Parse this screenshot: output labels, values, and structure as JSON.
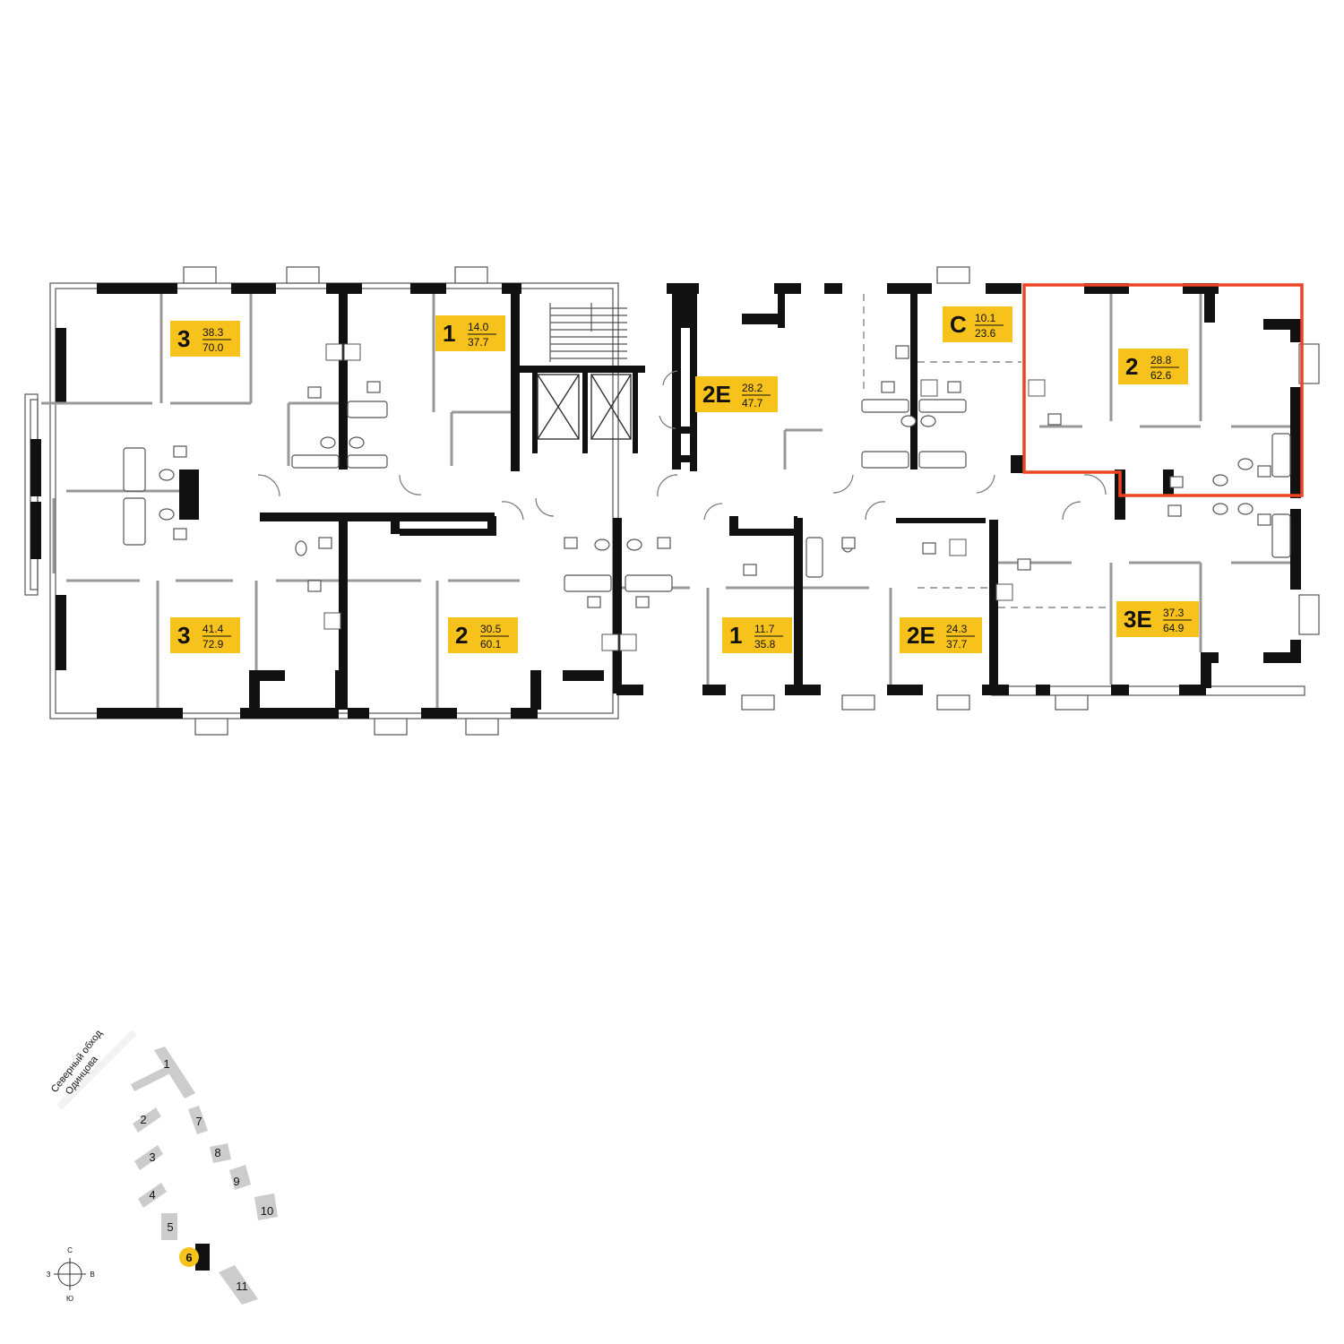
{
  "plan": {
    "colors": {
      "wall": "#111111",
      "partition": "#999999",
      "badge": "#f7c21b",
      "selection": "#ee4422",
      "site_building": "#cccccc",
      "site_current": "#f7c21b"
    },
    "apartments": [
      {
        "id": "apt-1",
        "rooms": "3",
        "living": "38.3",
        "total": "70.0"
      },
      {
        "id": "apt-2",
        "rooms": "1",
        "living": "14.0",
        "total": "37.7"
      },
      {
        "id": "apt-3",
        "rooms": "2E",
        "living": "28.2",
        "total": "47.7"
      },
      {
        "id": "apt-4",
        "rooms": "C",
        "living": "10.1",
        "total": "23.6"
      },
      {
        "id": "apt-5",
        "rooms": "2",
        "living": "28.8",
        "total": "62.6",
        "selected": true
      },
      {
        "id": "apt-6",
        "rooms": "3",
        "living": "41.4",
        "total": "72.9"
      },
      {
        "id": "apt-7",
        "rooms": "2",
        "living": "30.5",
        "total": "60.1"
      },
      {
        "id": "apt-8",
        "rooms": "1",
        "living": "11.7",
        "total": "35.8"
      },
      {
        "id": "apt-9",
        "rooms": "2E",
        "living": "24.3",
        "total": "37.7"
      },
      {
        "id": "apt-10",
        "rooms": "3E",
        "living": "37.3",
        "total": "64.9"
      }
    ]
  },
  "site": {
    "road_label_line1": "Северный обход",
    "road_label_line2": "Одинцова",
    "current_building": "6",
    "buildings": [
      "1",
      "2",
      "3",
      "4",
      "5",
      "6",
      "7",
      "8",
      "9",
      "10",
      "11"
    ]
  },
  "compass": {
    "north": "С",
    "south": "Ю",
    "west": "З",
    "east": "В"
  }
}
